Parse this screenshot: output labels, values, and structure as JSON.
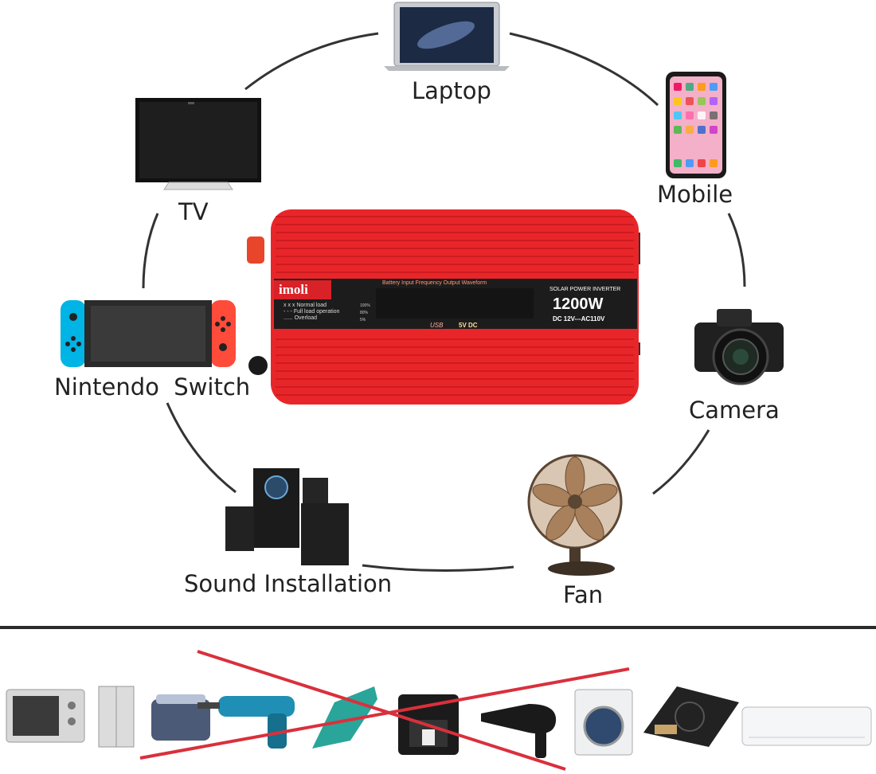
{
  "devices": {
    "laptop": "Laptop",
    "mobile": "Mobile",
    "tv": "TV",
    "switch": "Nintendo  Switch",
    "camera": "Camera",
    "sound": "Sound Installation",
    "fan": "Fan"
  },
  "inverter": {
    "brand": "imoli",
    "header_text": "Battery  Input  Frequency  Output  Waveform",
    "model_line": "SOLAR POWER INVERTER",
    "power": "1200W",
    "spec": "DC 12V---AC110V",
    "legend": [
      "x x x  Normal load",
      "- - -  Full load operation",
      "......  Overload"
    ],
    "percent": [
      "100%",
      "80%",
      "5%"
    ],
    "usb_label": "USB",
    "usb_spec": "5V DC",
    "body_color": "#e8262a"
  },
  "prohibited_colors": {
    "cross": "#d9303c"
  }
}
